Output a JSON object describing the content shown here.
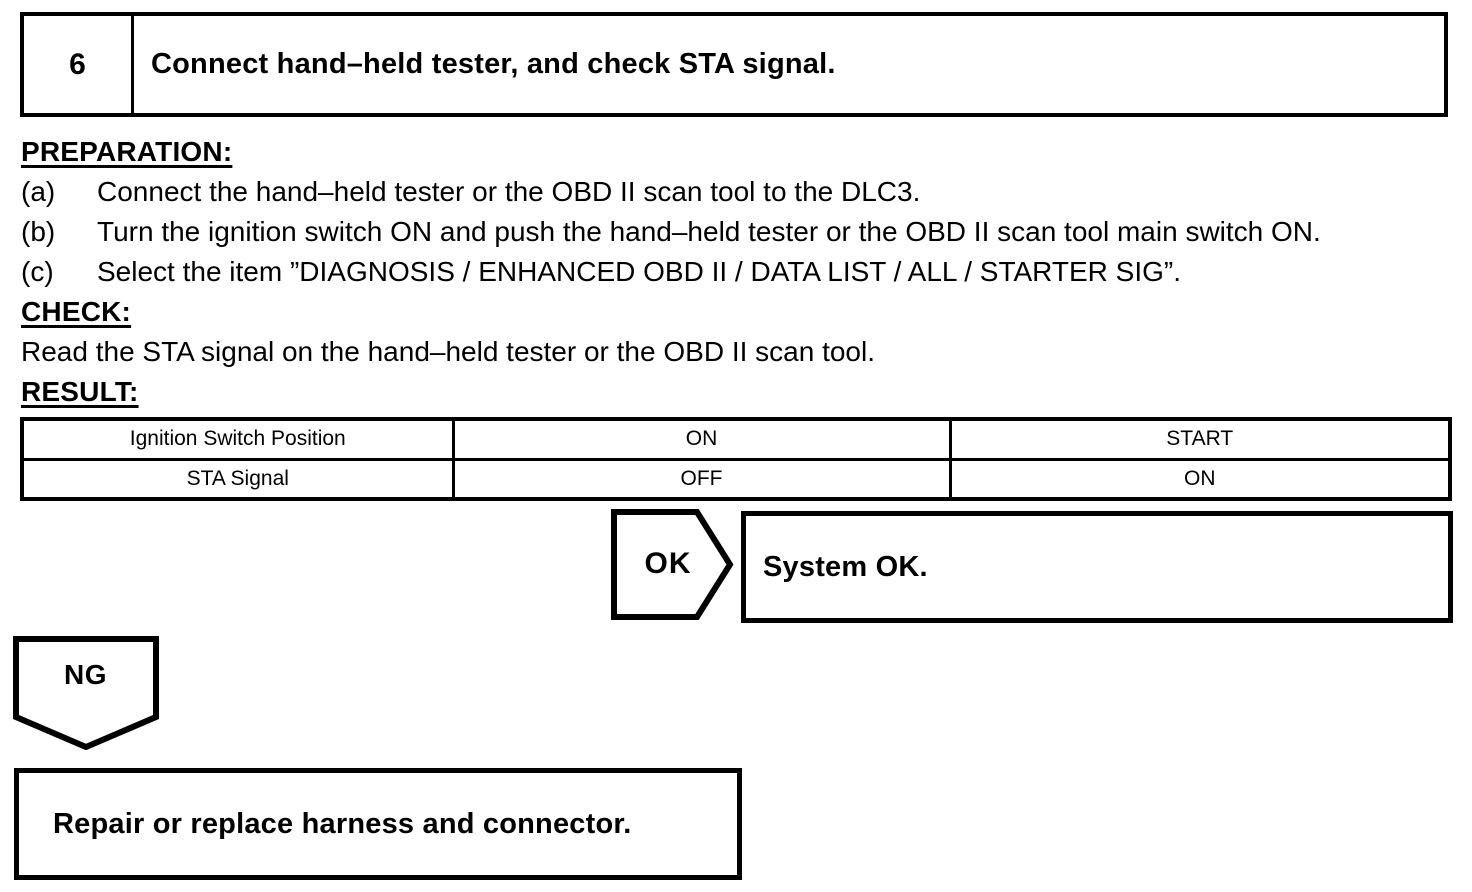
{
  "step": {
    "number": "6",
    "title": "Connect hand–held tester, and check STA signal."
  },
  "preparation": {
    "heading": "PREPARATION:",
    "items": [
      {
        "label": "(a)",
        "text": "Connect the hand–held tester or the OBD II scan tool to the DLC3."
      },
      {
        "label": "(b)",
        "text": "Turn the ignition switch ON and push the hand–held tester or the OBD II scan tool main switch ON."
      },
      {
        "label": "(c)",
        "text": "Select the item ”DIAGNOSIS / ENHANCED OBD II / DATA LIST / ALL / STARTER SIG”."
      }
    ]
  },
  "check": {
    "heading": "CHECK:",
    "text": "Read the STA signal on the hand–held tester or the OBD II scan tool."
  },
  "result": {
    "heading": "RESULT:",
    "table": {
      "rows": [
        [
          "Ignition Switch Position",
          "ON",
          "START"
        ],
        [
          "STA Signal",
          "OFF",
          "ON"
        ]
      ]
    }
  },
  "flow": {
    "ok_label": "OK",
    "ok_action": "System OK.",
    "ng_label": "NG",
    "ng_action": "Repair or replace harness and connector."
  },
  "colors": {
    "ink": "#000000",
    "paper": "#ffffff"
  }
}
